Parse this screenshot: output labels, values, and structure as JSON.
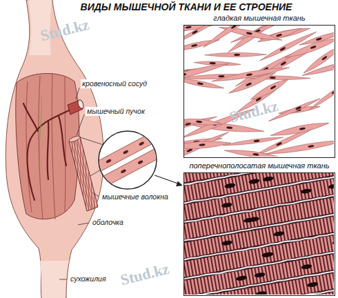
{
  "diagram": {
    "title": "ВИДЫ МЫШЕЧНОЙ ТКАНИ И ЕЕ СТРОЕНИЕ",
    "nodes": [
      {
        "text": [
          "гладкая мышечная ткань"
        ]
      },
      {
        "text": [
          "поперечнополосатая мышечная ткань"
        ]
      }
    ],
    "labels": [
      "кровеносный сосуд",
      "мышечный пучок",
      "мышечные волокна",
      "оболочка",
      "сухожилия",
      "Stud.kz",
      "Stud.kz",
      "Stud.kz"
    ]
  }
}
